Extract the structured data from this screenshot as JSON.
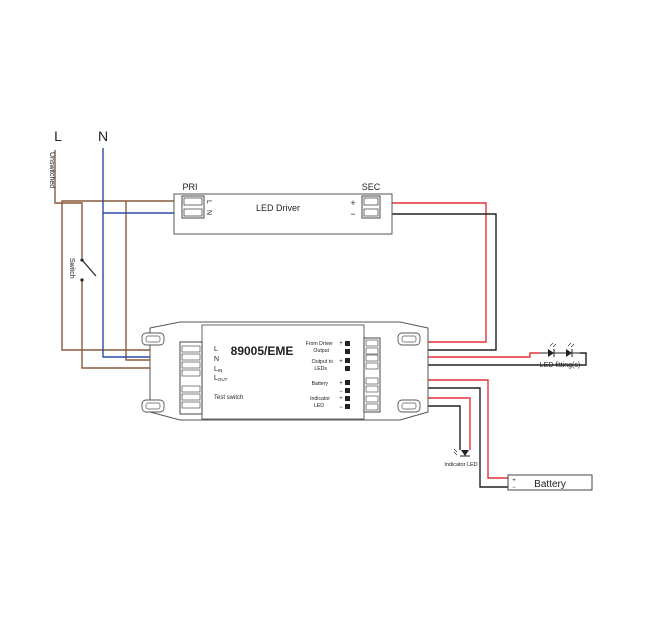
{
  "supply": {
    "live": "L",
    "neutral": "N",
    "unswitched": "Unswitched",
    "switch": "Switch"
  },
  "led_driver": {
    "title": "LED Driver",
    "pri": "PRI",
    "sec": "SEC",
    "pin_l": "L",
    "pin_n": "N",
    "plus": "+",
    "minus": "−"
  },
  "module": {
    "model": "89005/EME",
    "left_pins": {
      "l": "L",
      "n": "N",
      "lin": "L",
      "lin_sub": "IN",
      "lout": "L",
      "lout_sub": "OUT"
    },
    "test_switch": "Test switch",
    "from_driver_1": "From Driver",
    "from_driver_2": "Output",
    "output_leds_1": "Output to",
    "output_leds_2": "LEDs",
    "battery": "Battery",
    "indicator_1": "Indicator",
    "indicator_2": "LED",
    "plus": "+",
    "minus": "−"
  },
  "led_fitting": {
    "label": "LED fitting(s)"
  },
  "indicator_led": {
    "label": "Indicator LED"
  },
  "battery": {
    "label": "Battery",
    "plus": "+",
    "minus": "−"
  },
  "colors": {
    "brown": "#8a5a3c",
    "blue": "#2b4aa8",
    "red": "#e0333a",
    "black": "#222222",
    "outline": "#555555"
  }
}
